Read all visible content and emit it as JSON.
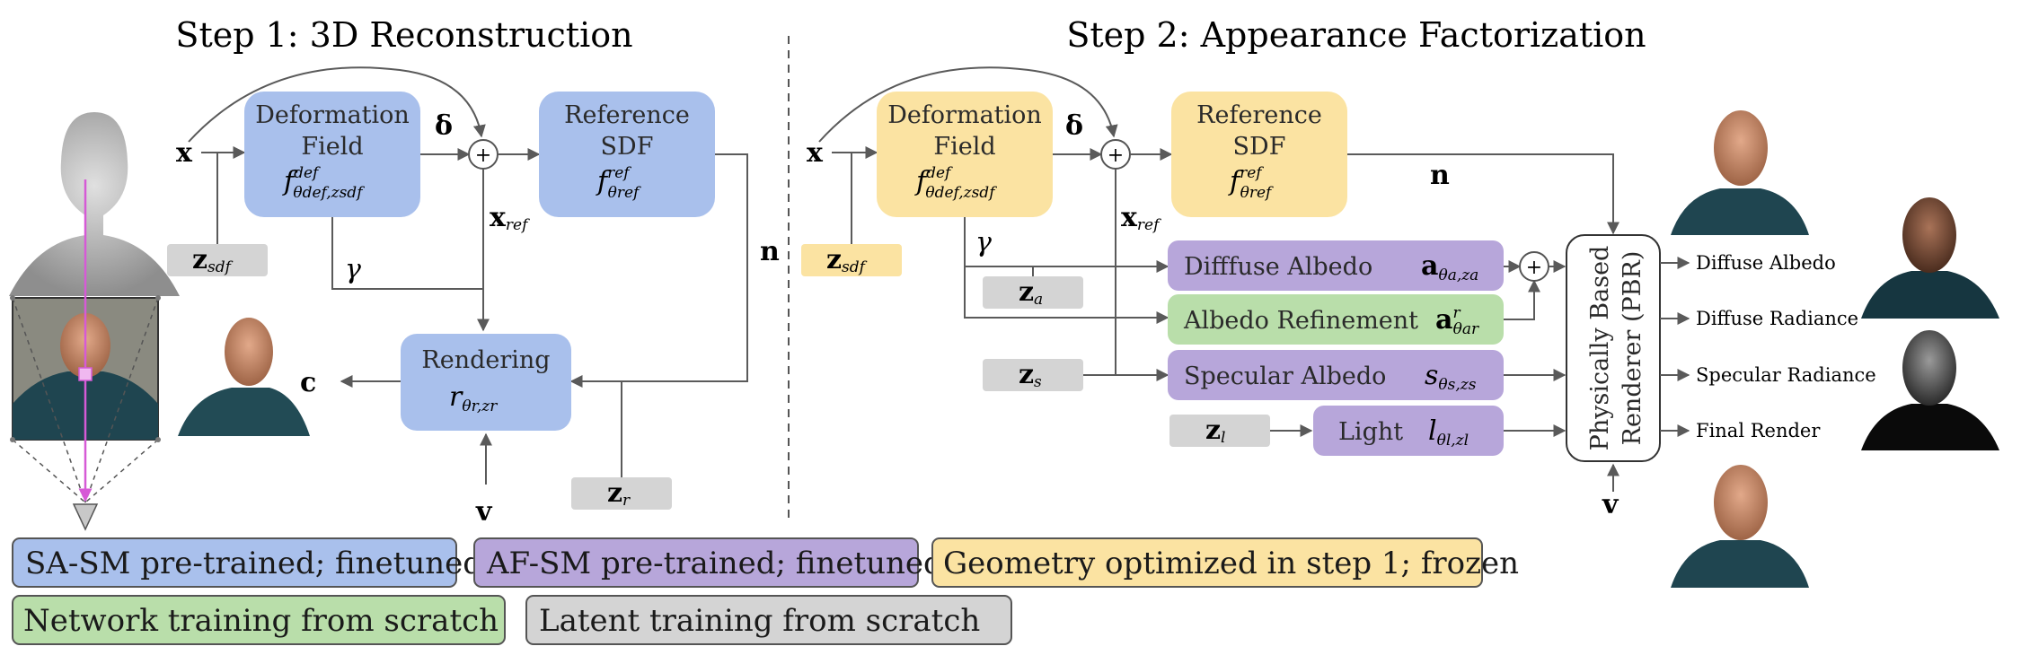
{
  "step1": {
    "title": "Step 1: 3D Reconstruction",
    "deformation_field": [
      "Deformation",
      "Field"
    ],
    "reference_sdf": [
      "Reference",
      "SDF"
    ],
    "rendering": "Rendering",
    "inputs": {
      "x": "x",
      "z_sdf": "z",
      "z_sdf_sub": "sdf",
      "z_r": "z",
      "z_r_sub": "r",
      "v": "v"
    },
    "symbols": {
      "delta": "δ",
      "gamma": "γ",
      "x_ref": "x",
      "x_ref_sub": "ref",
      "n": "n",
      "c": "c"
    }
  },
  "step2": {
    "title": "Step 2: Appearance Factorization",
    "deformation_field": [
      "Deformation",
      "Field"
    ],
    "reference_sdf": [
      "Reference",
      "SDF"
    ],
    "diffuse_albedo": "Difffuse Albedo",
    "albedo_refinement": "Albedo Refinement",
    "specular_albedo": "Specular Albedo",
    "light": "Light",
    "pbr": [
      "Physically Based",
      "Renderer (PBR)"
    ],
    "latents": {
      "z_sdf": "z",
      "z_sdf_sub": "sdf",
      "z_a": "z",
      "z_a_sub": "a",
      "z_s": "z",
      "z_s_sub": "s",
      "z_l": "z",
      "z_l_sub": "l"
    },
    "symbols": {
      "x": "x",
      "delta": "δ",
      "gamma": "γ",
      "x_ref": "x",
      "x_ref_sub": "ref",
      "n": "n",
      "v": "v"
    },
    "outputs": [
      "Diffuse Albedo",
      "Diffuse Radiance",
      "Specular Radiance",
      "Final Render"
    ]
  },
  "legend": [
    {
      "text": "SA-SM pre-trained; finetuned",
      "color": "#a9c0ec"
    },
    {
      "text": "AF-SM pre-trained; finetuned",
      "color": "#b7a6da"
    },
    {
      "text": "Geometry optimized in step 1; frozen",
      "color": "#fbe3a2"
    },
    {
      "text": "Network training from scratch",
      "color": "#b9deaa"
    },
    {
      "text": "Latent training from scratch",
      "color": "#d4d4d4"
    }
  ],
  "colors": {
    "blue": "#a9c0ec",
    "purple": "#b7a6da",
    "yellow": "#fbe3a2",
    "green": "#b9deaa",
    "gray": "#d4d4d4",
    "magenta": "#d65ad6"
  }
}
